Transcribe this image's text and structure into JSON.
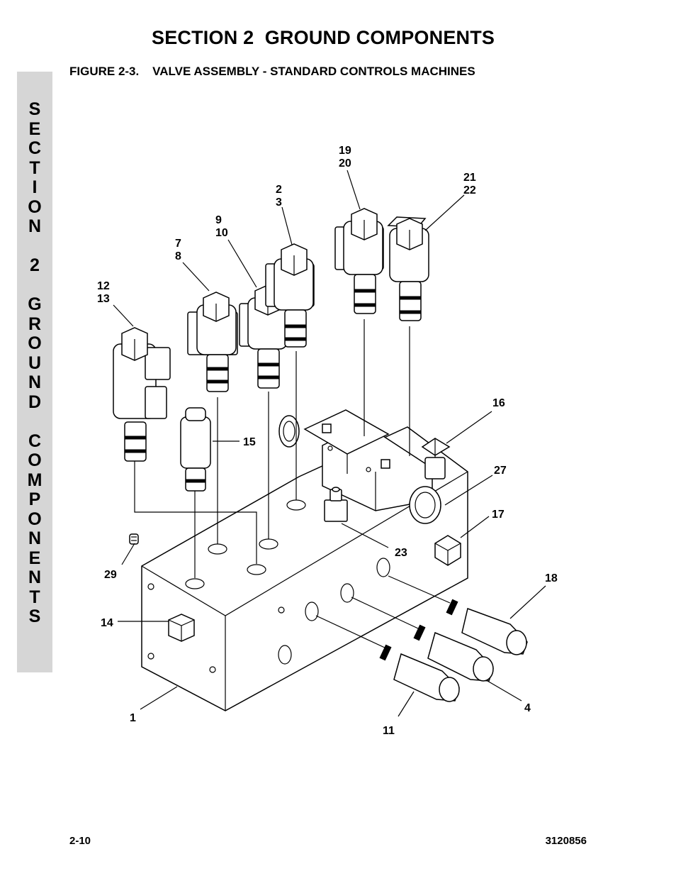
{
  "header": {
    "section_title": "SECTION 2  GROUND COMPONENTS",
    "figure_title": "FIGURE 2-3.    VALVE ASSEMBLY - STANDARD CONTROLS MACHINES"
  },
  "side_tab": {
    "text": "SECTION 2 GROUND COMPONENTS",
    "color": "#d6d6d6"
  },
  "footer": {
    "page_number": "2-10",
    "document_number": "3120856"
  },
  "callouts": {
    "c1": "1",
    "c2_3": [
      "2",
      "3"
    ],
    "c4": "4",
    "c7_8": [
      "7",
      "8"
    ],
    "c9_10": [
      "9",
      "10"
    ],
    "c11": "11",
    "c12_13": [
      "12",
      "13"
    ],
    "c14": "14",
    "c15": "15",
    "c16": "16",
    "c17": "17",
    "c18": "18",
    "c19_20": [
      "19",
      "20"
    ],
    "c21_22": [
      "21",
      "22"
    ],
    "c23": "23",
    "c27": "27",
    "c29": "29"
  }
}
